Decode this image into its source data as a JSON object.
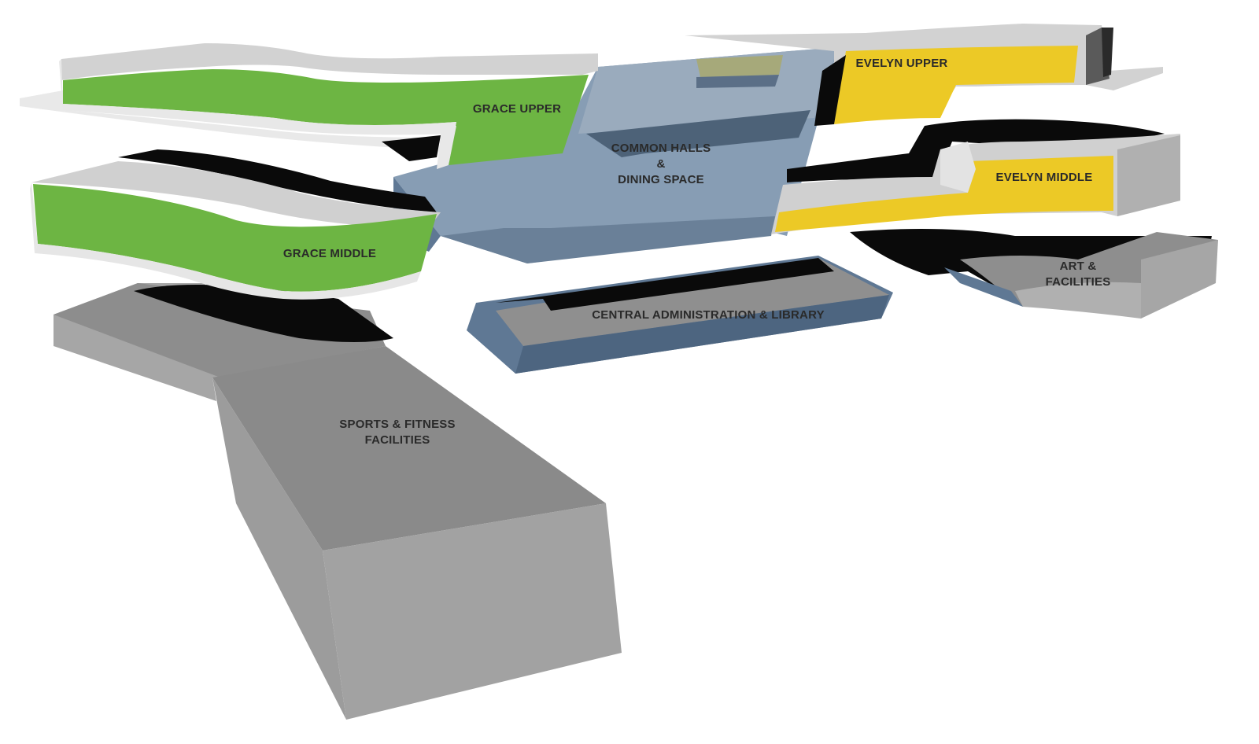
{
  "diagram": {
    "type": "exploded-axonometric-building-program",
    "colors": {
      "grace": "#6db543",
      "evelyn": "#ecc926",
      "common": "#7f95ab",
      "slab": "#d2d2d2",
      "slab_edge": "#ebebeb",
      "shadow": "#0a0a0a",
      "block_top": "#8a8a8a",
      "block_side": "#a3a3a3",
      "glass": "#5f7894",
      "text": "#2a2a2a"
    },
    "labels": {
      "grace_upper": "GRACE UPPER",
      "grace_middle": "GRACE MIDDLE",
      "common_halls_1": "COMMON HALLS",
      "common_halls_2": "&",
      "common_halls_3": "DINING SPACE",
      "evelyn_upper": "EVELYN UPPER",
      "evelyn_middle": "EVELYN MIDDLE",
      "art_1": "ART &",
      "art_2": "FACILITIES",
      "central_admin": "CENTRAL ADMINISTRATION & LIBRARY",
      "sports_1": "SPORTS & FITNESS",
      "sports_2": "FACILITIES"
    }
  }
}
